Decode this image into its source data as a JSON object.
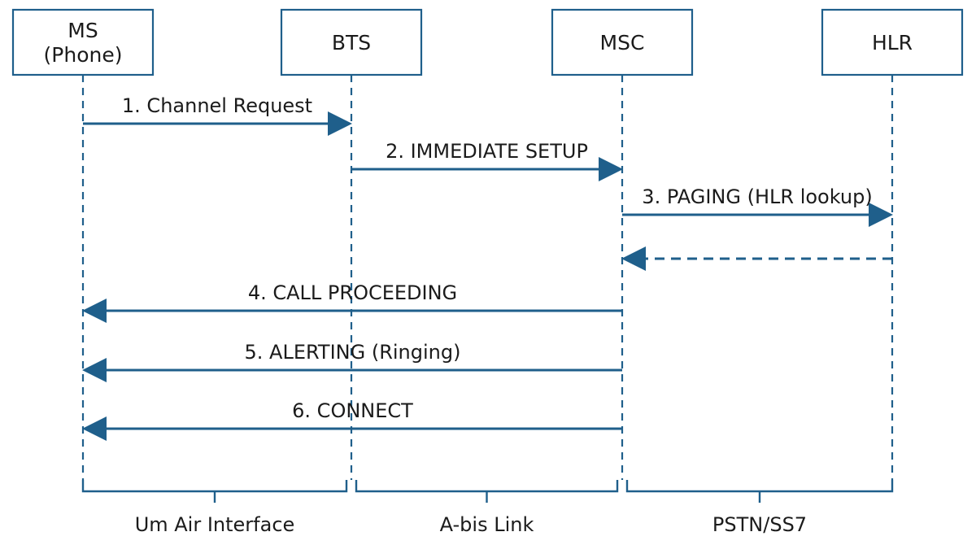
{
  "diagram": {
    "colors": {
      "line": "#1f5f8b",
      "text": "#1b1b1b",
      "background": "#ffffff"
    },
    "actors": [
      {
        "id": "ms",
        "lines": [
          "MS",
          "(Phone)"
        ]
      },
      {
        "id": "bts",
        "lines": [
          "BTS"
        ]
      },
      {
        "id": "msc",
        "lines": [
          "MSC"
        ]
      },
      {
        "id": "hlr",
        "lines": [
          "HLR"
        ]
      }
    ],
    "messages": [
      {
        "from": "ms",
        "to": "bts",
        "label": "1. Channel Request",
        "style": "solid"
      },
      {
        "from": "bts",
        "to": "msc",
        "label": "2. IMMEDIATE SETUP",
        "style": "solid"
      },
      {
        "from": "msc",
        "to": "hlr",
        "label": "3. PAGING (HLR lookup)",
        "style": "solid"
      },
      {
        "from": "hlr",
        "to": "msc",
        "label": "",
        "style": "dashed"
      },
      {
        "from": "msc",
        "to": "ms",
        "label": "4. CALL PROCEEDING",
        "style": "solid"
      },
      {
        "from": "msc",
        "to": "ms",
        "label": "5. ALERTING (Ringing)",
        "style": "solid"
      },
      {
        "from": "msc",
        "to": "ms",
        "label": "6. CONNECT",
        "style": "solid"
      }
    ],
    "segments": [
      {
        "from": "ms",
        "to": "bts",
        "label": "Um Air Interface"
      },
      {
        "from": "bts",
        "to": "msc",
        "label": "A-bis Link"
      },
      {
        "from": "msc",
        "to": "hlr",
        "label": "PSTN/SS7"
      }
    ]
  }
}
